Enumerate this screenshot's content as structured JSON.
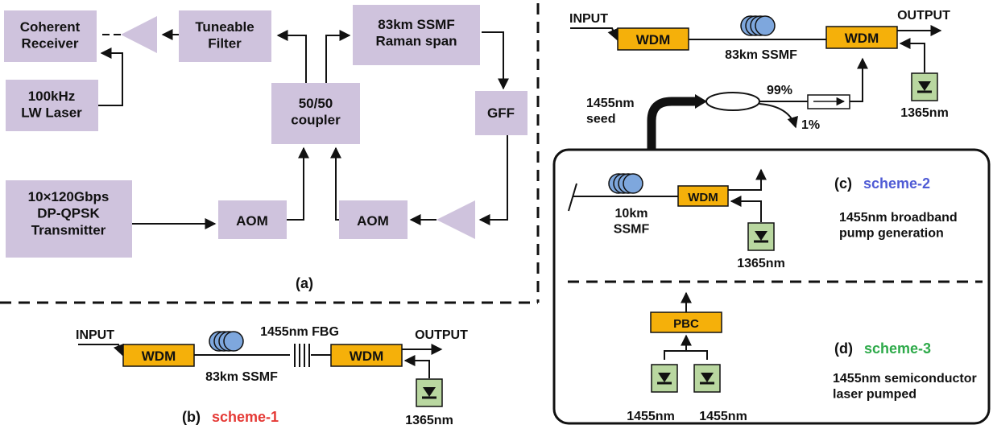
{
  "panel_a": {
    "coherent_receiver": "Coherent\nReceiver",
    "tuneable_filter": "Tuneable\nFilter",
    "span": "83km SSMF\nRaman span",
    "lw_laser": "100kHz\nLW Laser",
    "coupler": "50/50\ncoupler",
    "gff": "GFF",
    "transmitter": "10×120Gbps\nDP-QPSK\nTransmitter",
    "aom_left": "AOM",
    "aom_right": "AOM",
    "caption": "(a)"
  },
  "panel_b": {
    "input": "INPUT",
    "output": "OUTPUT",
    "wdm_left": "WDM",
    "wdm_right": "WDM",
    "fbg": "1455nm FBG",
    "fiber": "83km SSMF",
    "pump": "1365nm",
    "caption_prefix": "(b)",
    "caption_scheme": "scheme-1"
  },
  "top_right": {
    "input": "INPUT",
    "output": "OUTPUT",
    "wdm_left": "WDM",
    "wdm_right": "WDM",
    "fiber": "83km SSMF",
    "pump": "1365nm",
    "seed": "1455nm\nseed",
    "split_99": "99%",
    "split_1": "1%"
  },
  "panel_c": {
    "fiber": "10km\nSSMF",
    "wdm": "WDM",
    "pump": "1365nm",
    "caption_prefix": "(c)",
    "caption_scheme": "scheme-2",
    "description": "1455nm broadband\npump generation"
  },
  "panel_d": {
    "pbc": "PBC",
    "laser_left": "1455nm",
    "laser_right": "1455nm",
    "caption_prefix": "(d)",
    "caption_scheme": "scheme-3",
    "description": "1455nm semiconductor\nlaser pumped"
  },
  "colors": {
    "purple_box": "#cfc3dd",
    "wdm_orange": "#f5b00a",
    "pump_green": "#b9d7a0",
    "fiber_blue": "#7ea7dd",
    "scheme1": "#e53935",
    "scheme2": "#4f5bd5",
    "scheme3": "#2eaa4a"
  },
  "icons": {
    "amplifier": "triangle-amplifier-icon",
    "fiber_spool": "fiber-spool-icon",
    "pump_diode": "laser-diode-icon",
    "fbg": "fiber-bragg-grating-icon",
    "coupler": "fiber-coupler-icon",
    "isolator": "isolator-icon"
  }
}
